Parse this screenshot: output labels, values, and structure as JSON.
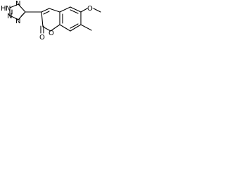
{
  "molecule": {
    "atom_labels": {
      "nh": "N",
      "h": "H",
      "n2": "N",
      "n3": "N",
      "n4": "N",
      "o_carbonyl": "O",
      "o_ring": "O",
      "o_methoxy": "O"
    }
  }
}
